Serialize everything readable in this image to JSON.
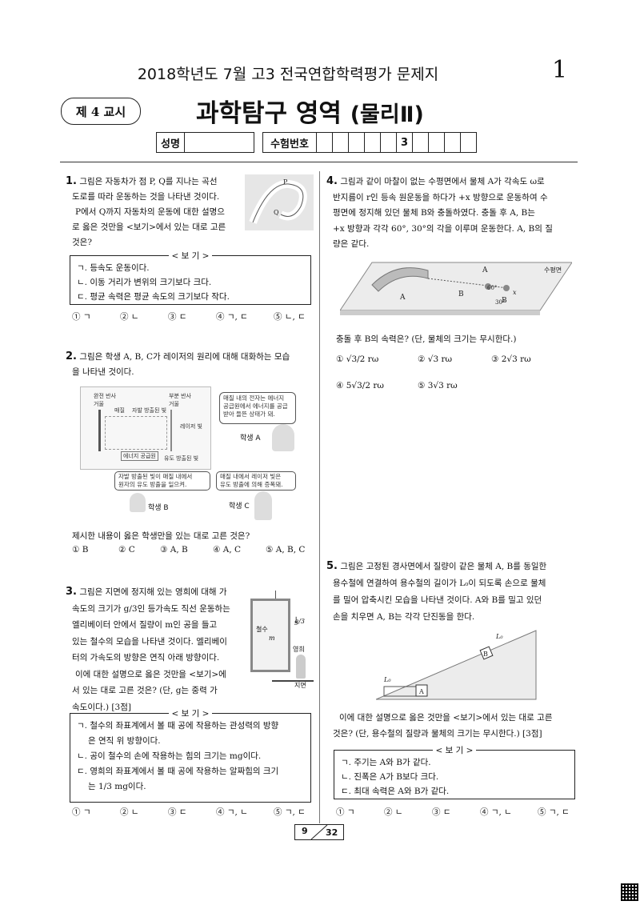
{
  "header": {
    "exam_title": "2018학년도 7월 고3 전국연합학력평가 문제지",
    "page_number": "1",
    "period": "제 4 교시",
    "subject": "과학탐구 영역",
    "subject_sub": "(물리Ⅱ)",
    "name_label": "성명",
    "exam_no_label": "수험번호",
    "exam_no_digit": "3"
  },
  "q1": {
    "number": "1.",
    "lines": [
      "그림은 자동차가 점 P, Q를 지나는 곡선",
      "도로를 따라 운동하는 것을 나타낸 것이다.",
      "P에서 Q까지 자동차의 운동에 대한 설명으",
      "로 옳은 것만을 <보기>에서 있는 대로 고른",
      "것은?"
    ],
    "fig_p": "P",
    "fig_q": "Q",
    "box_label": "< 보 기 >",
    "options": [
      "ㄱ. 등속도 운동이다.",
      "ㄴ. 이동 거리가 변위의 크기보다 크다.",
      "ㄷ. 평균 속력은 평균 속도의 크기보다 작다."
    ],
    "choices": [
      "① ㄱ",
      "② ㄴ",
      "③ ㄷ",
      "④ ㄱ, ㄷ",
      "⑤ ㄴ, ㄷ"
    ]
  },
  "q2": {
    "number": "2.",
    "lines": [
      "그림은 학생 A, B, C가 레이저의 원리에 대해 대화하는 모습",
      "을 나타낸 것이다."
    ],
    "fig": {
      "mirror_full": "완전 반사\n거울",
      "mirror_partial": "부분 반사\n거울",
      "medium": "매질",
      "spontaneous": "자발 방출된 빛",
      "laser": "레이저 빛",
      "energy_source": "에너지 공급원",
      "stimulated": "유도 방출된 빛",
      "bubble_a": "매질 내의 전자는 에너지\n공급원에서 에너지를 공급\n받아 들뜬 상태가 돼.",
      "bubble_b": "자발 방출된 빛이 매질 내에서\n원자의 유도 방출을 일으켜.",
      "bubble_c": "매질 내에서 레이저 빛은\n유도 방출에 의해 증폭돼.",
      "student_a": "학생 A",
      "student_b": "학생 B",
      "student_c": "학생 C"
    },
    "question": "제시한 내용이 옳은 학생만을 있는 대로 고른 것은?",
    "choices": [
      "① B",
      "② C",
      "③ A, B",
      "④ A, C",
      "⑤ A, B, C"
    ]
  },
  "q3": {
    "number": "3.",
    "lines": [
      "그림은 지면에 정지해 있는 영희에 대해 가",
      "속도의 크기가 g/3인 등가속도 직선 운동하는",
      "엘리베이터 안에서 질량이 m인 공을 들고",
      "있는 철수의 모습을 나타낸 것이다. 엘리베이",
      "터의 가속도의 방향은 연직 아래 방향이다.",
      "이에 대한 설명으로 옳은 것만을 <보기>에",
      "서 있는 대로 고른 것은? (단, g는 중력 가",
      "속도이다.) [3점]"
    ],
    "fig": {
      "cheolsu": "철수",
      "m": "m",
      "g3": "g/3",
      "younghee": "영희",
      "ground": "지면"
    },
    "box_label": "< 보 기 >",
    "options": [
      "ㄱ. 철수의 좌표계에서 볼 때 공에 작용하는 관성력의 방향",
      "은 연직 위 방향이다.",
      "ㄴ. 공이 철수의 손에 작용하는 힘의 크기는 mg이다.",
      "ㄷ. 영희의 좌표계에서 볼 때 공에 작용하는 알짜힘의 크기",
      "는 1/3 mg이다."
    ],
    "choices": [
      "① ㄱ",
      "② ㄴ",
      "③ ㄷ",
      "④ ㄱ, ㄴ",
      "⑤ ㄱ, ㄷ"
    ]
  },
  "q4": {
    "number": "4.",
    "lines": [
      "그림과 같이 마찰이 없는 수평면에서 물체 A가 각속도 ω로",
      "반지름이 r인 등속 원운동을 하다가 +x 방향으로 운동하여 수",
      "평면에 정지해 있던 물체 B와 충돌하였다. 충돌 후 A, B는",
      "+x 방향과 각각 60°, 30°의 각을 이루며 운동한다. A, B의 질",
      "량은 같다."
    ],
    "fig": {
      "plane": "수평면",
      "a": "A",
      "b": "B",
      "a2": "A",
      "b2": "B",
      "ang60": "60°",
      "ang30": "30°",
      "x": "x"
    },
    "question": "충돌 후 B의 속력은? (단, 물체의 크기는 무시한다.)",
    "choices": [
      "① √3/2 rω",
      "② √3 rω",
      "③ 2√3 rω",
      "④ 5√3/2 rω",
      "⑤ 3√3 rω"
    ]
  },
  "q5": {
    "number": "5.",
    "lines": [
      "그림은 고정된 경사면에서 질량이 같은 물체 A, B를 동일한",
      "용수철에 연결하여 용수철의 길이가 L₀이 되도록 손으로 물체",
      "를 밀어 압축시킨 모습을 나타낸 것이다. A와 B를 밀고 있던",
      "손을 치우면 A, B는 각각 단진동을 한다."
    ],
    "fig": {
      "l0a": "L₀",
      "l0b": "L₀",
      "a": "A",
      "b": "B"
    },
    "tail": [
      "이에 대한 설명으로 옳은 것만을 <보기>에서 있는 대로 고른",
      "것은? (단, 용수철의 질량과 물체의 크기는 무시한다.) [3점]"
    ],
    "box_label": "< 보 기 >",
    "options": [
      "ㄱ. 주기는 A와 B가 같다.",
      "ㄴ. 진폭은 A가 B보다 크다.",
      "ㄷ. 최대 속력은 A와 B가 같다."
    ],
    "choices": [
      "① ㄱ",
      "② ㄴ",
      "③ ㄷ",
      "④ ㄱ, ㄴ",
      "⑤ ㄱ, ㄷ"
    ]
  },
  "footer": {
    "page": "9",
    "total": "32"
  }
}
